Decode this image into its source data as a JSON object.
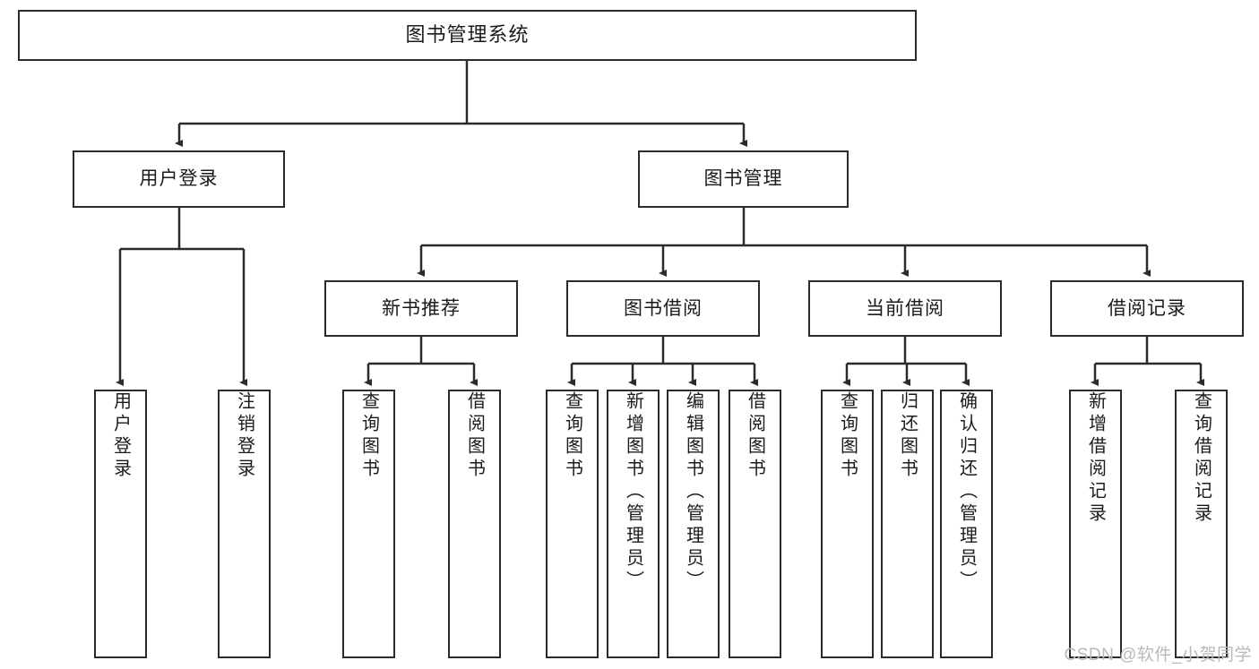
{
  "diagram": {
    "type": "tree-hierarchy-flowchart",
    "title_node": {
      "id": "root",
      "label": "图书管理系统"
    },
    "level2": [
      {
        "id": "user-login",
        "label": "用户登录"
      },
      {
        "id": "book-manage",
        "label": "图书管理"
      }
    ],
    "level3": [
      {
        "id": "new-book-recommend",
        "label": "新书推荐"
      },
      {
        "id": "book-borrow",
        "label": "图书借阅"
      },
      {
        "id": "current-borrow",
        "label": "当前借阅"
      },
      {
        "id": "borrow-record",
        "label": "借阅记录"
      }
    ],
    "leaves": {
      "user_login": [
        {
          "id": "leaf-user-login",
          "label": "用户登录"
        },
        {
          "id": "leaf-logout-login",
          "label": "注销登录"
        }
      ],
      "new_book_recommend": [
        {
          "id": "leaf-query-book-1",
          "label": "查询图书"
        },
        {
          "id": "leaf-borrow-book-1",
          "label": "借阅图书"
        }
      ],
      "book_borrow": [
        {
          "id": "leaf-query-book-2",
          "label": "查询图书"
        },
        {
          "id": "leaf-add-book",
          "label": "新增图书（管理员）"
        },
        {
          "id": "leaf-edit-book",
          "label": "编辑图书（管理员）"
        },
        {
          "id": "leaf-borrow-book-2",
          "label": "借阅图书"
        }
      ],
      "current_borrow": [
        {
          "id": "leaf-query-book-3",
          "label": "查询图书"
        },
        {
          "id": "leaf-return-book",
          "label": "归还图书"
        },
        {
          "id": "leaf-confirm-return",
          "label": "确认归还（管理员）"
        }
      ],
      "borrow_record": [
        {
          "id": "leaf-add-record",
          "label": "新增借阅记录"
        },
        {
          "id": "leaf-query-record",
          "label": "查询借阅记录"
        }
      ]
    }
  },
  "watermark": {
    "text": "CSDN @软件_小贺同学"
  },
  "colors": {
    "stroke": "#2b2b2b",
    "fill": "#ffffff",
    "text": "#1b1b1b",
    "watermark": "#b9b9b9"
  }
}
